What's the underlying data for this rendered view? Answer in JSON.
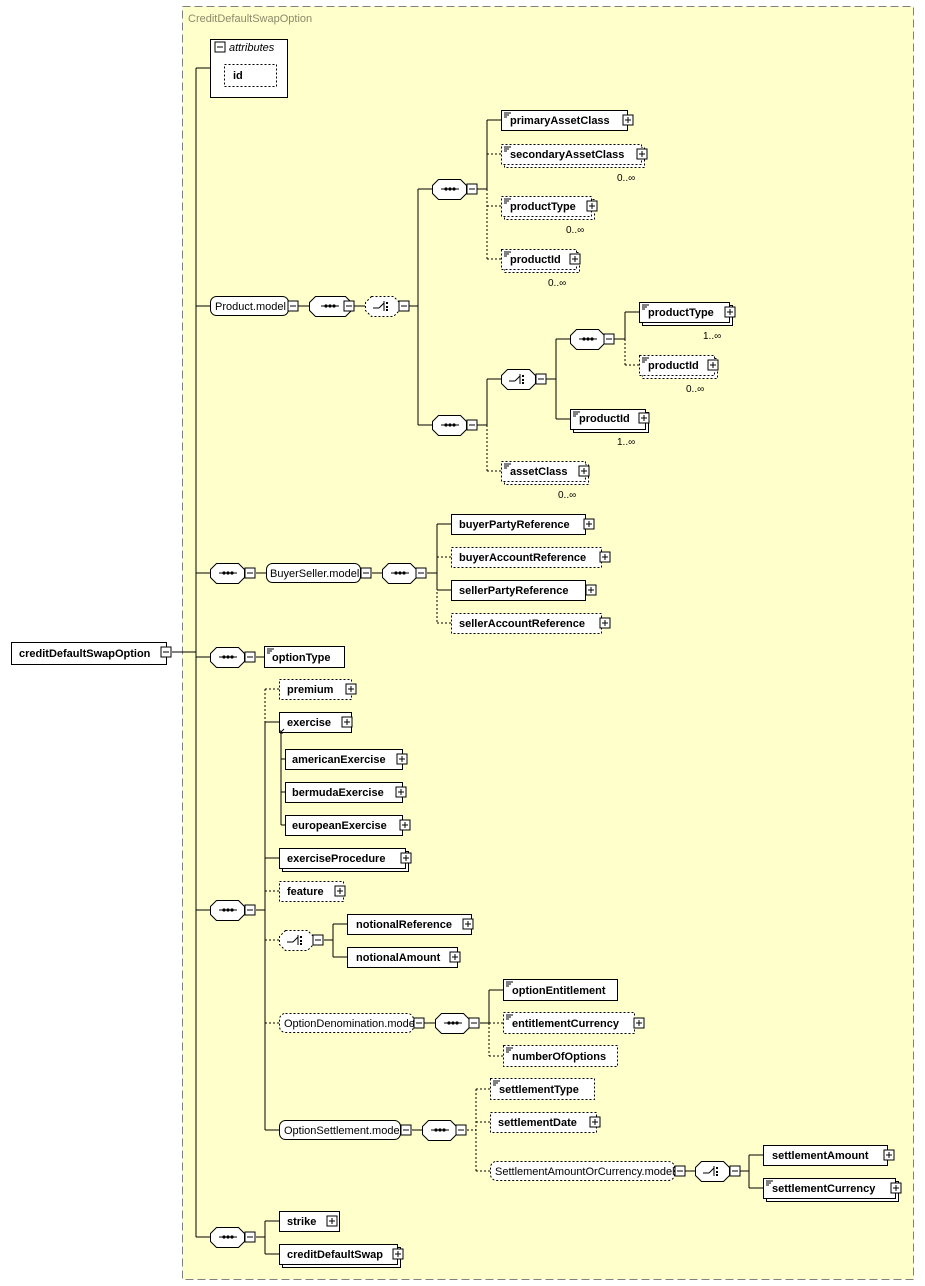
{
  "diagram": {
    "title": "CreditDefaultSwapOption",
    "root": "creditDefaultSwapOption",
    "attributes": {
      "header": "attributes",
      "items": [
        "id"
      ]
    },
    "product": {
      "group": "Product.model",
      "primaryAssetClass": "primaryAssetClass",
      "secondaryAssetClass": "secondaryAssetClass",
      "secondaryAssetClassCard": "0..∞",
      "productType": "productType",
      "productTypeCard": "0..∞",
      "productId": "productId",
      "productIdCard": "0..∞",
      "choiceProductType": "productType",
      "choiceProductTypeCard": "1..∞",
      "choiceProductId": "productId",
      "choiceProductIdCard": "0..∞",
      "choiceProductId2": "productId",
      "choiceProductId2Card": "1..∞",
      "assetClass": "assetClass",
      "assetClassCard": "0..∞"
    },
    "buyerSeller": {
      "group": "BuyerSeller.model",
      "buyerPartyReference": "buyerPartyReference",
      "buyerAccountReference": "buyerAccountReference",
      "sellerPartyReference": "sellerPartyReference",
      "sellerAccountReference": "sellerAccountReference"
    },
    "optionType": "optionType",
    "option": {
      "premium": "premium",
      "exercise": "exercise",
      "americanExercise": "americanExercise",
      "bermudaExercise": "bermudaExercise",
      "europeanExercise": "europeanExercise",
      "exerciseProcedure": "exerciseProcedure",
      "feature": "feature",
      "notionalReference": "notionalReference",
      "notionalAmount": "notionalAmount",
      "denominationGroup": "OptionDenomination.model",
      "optionEntitlement": "optionEntitlement",
      "entitlementCurrency": "entitlementCurrency",
      "numberOfOptions": "numberOfOptions",
      "settlementGroup": "OptionSettlement.model",
      "settlementType": "settlementType",
      "settlementDate": "settlementDate",
      "amountOrCurrencyGroup": "SettlementAmountOrCurrency.model",
      "settlementAmount": "settlementAmount",
      "settlementCurrency": "settlementCurrency"
    },
    "strike": "strike",
    "creditDefaultSwap": "creditDefaultSwap"
  }
}
